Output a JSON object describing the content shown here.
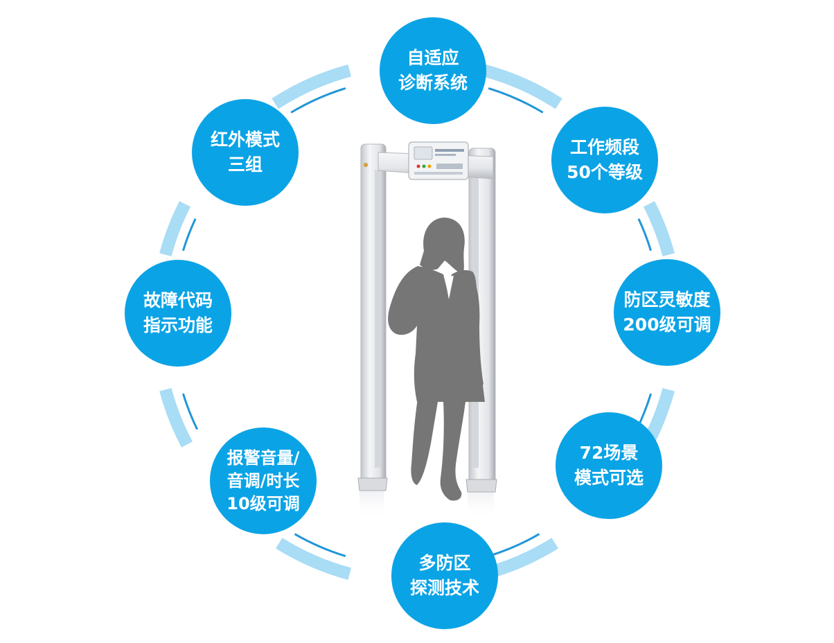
{
  "colors": {
    "node_fill": "#0aa3e6",
    "ring_outer": "#a9dcf5",
    "ring_inner": "#2196d8",
    "silhouette": "#757575",
    "frame_light": "#f0f1f3",
    "frame_mid": "#c9ccd1",
    "frame_dark": "#9a9ea4"
  },
  "device": {
    "type": "walk-through-metal-detector",
    "icon": "security-gate-with-person-icon"
  },
  "features": [
    {
      "id": "adaptive-diagnosis",
      "lines": [
        "自适应",
        "诊断系统"
      ]
    },
    {
      "id": "frequency-levels",
      "lines": [
        "工作频段",
        "50个等级"
      ]
    },
    {
      "id": "zone-sensitivity",
      "lines": [
        "防区灵敏度",
        "200级可调"
      ]
    },
    {
      "id": "scene-modes",
      "lines": [
        "72场景",
        "模式可选"
      ]
    },
    {
      "id": "multi-zone",
      "lines": [
        "多防区",
        "探测技术"
      ]
    },
    {
      "id": "alarm-volume",
      "lines": [
        "报警音量/",
        "音调/时长",
        "10级可调"
      ]
    },
    {
      "id": "fault-code",
      "lines": [
        "故障代码",
        "指示功能"
      ]
    },
    {
      "id": "infrared-modes",
      "lines": [
        "红外模式",
        "三组"
      ]
    }
  ]
}
